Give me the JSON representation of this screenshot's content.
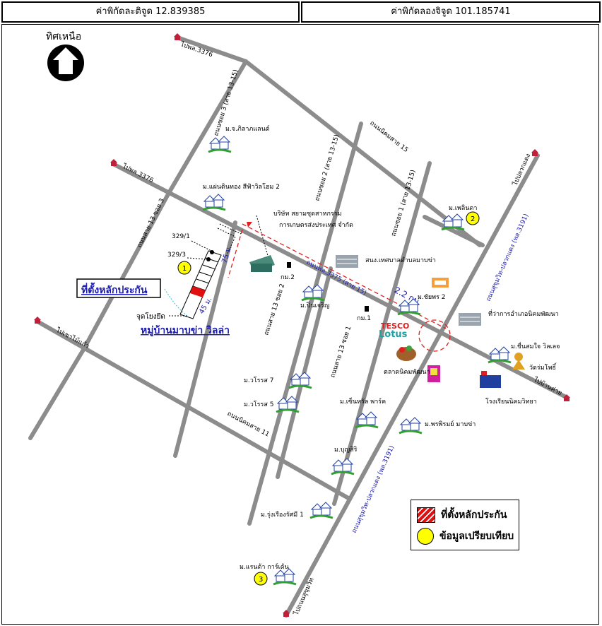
{
  "header": {
    "lat_label": "ค่าพิกัดละติจูด 12.839385",
    "lon_label": "ค่าพิกัดลองจิจูด 101.185741"
  },
  "map": {
    "north_label": "ทิศเหนือ",
    "roads": {
      "pl3376_top": "ไปพล.3376",
      "pl3376_left": "ไปพล.3376",
      "sukhumvit_soi3": "ถนนซอย 3 (สาย 13-15)",
      "nikhom_sai15": "ถนนนิคมสาย 15",
      "soi2": "ถนนซอย 2 (สาย 13-15)",
      "soi1": "ถนนซอย 1 (สาย 13-15)",
      "sai13_soi3": "ถนนสาย 13 ซอย 3",
      "sai13_soi2": "ถนนสาย 13 ซอย 2",
      "sai13_soi1": "ถนนสาย 13 ซอย 1",
      "pl3375": "ถนนพล.3375 (สาย 15)",
      "nikhom_sai11": "ถนนนิคมสาย 11",
      "sukhumvit_upper": "ถนนสุขุมวิท-ปลวกแดง (พล.3191)",
      "sukhumvit_lower": "ถนนสุขุมวิท-ปลวกแดง (พล.3191)",
      "to_plaeng": "ไปปลวกแดง",
      "to_baankhai": "ไปบ้านค่าย",
      "to_khaomaikaeo": "ไปเขาไม้แก้ว",
      "to_sukhumvit": "ไปถนนสุขุมวิท"
    },
    "places": {
      "m_jpl_land": "ม.จ.ภิลาภแลนด์",
      "m_saensin": "ม.แผ่นดินทอง สีฟ้าวิลโฮม 2",
      "company": "บริษัท สยามชุดสาหกรรม การเกษตรส่งประเทศ จำกัด",
      "osotho": "สนง.เทศบาลตำบลมาบข่า",
      "m_pinnan": "ม.เพลินดา",
      "m_pinjaroen": "ม.ปิ่นเจริญ",
      "m_chaiporn": "ม.ชัยพร 2",
      "office_nikhom": "ที่ว่าการอำเภอนิคมพัฒนา",
      "km1": "กม.1",
      "km2": "กม.2",
      "tesco1": "TESCO",
      "tesco2": "Lotus",
      "market": "ตลาดนิคมพัฒนา",
      "m_chuensomjai": "ม.ชื่นสมใจ วิลเลจ",
      "wat": "วัดร่มโพธิ์",
      "school": "โรงเรียนนิคมวิทยา",
      "m_varot7": "ม.วโรรส 7",
      "m_varot5": "ม.วโรรส 5",
      "m_central": "ม.เซ็นทรัล พาร์ค",
      "m_pornphirom": "ม.พรพิรมย์ มาบข่า",
      "m_boonsiri": "ม.บุญสิริ",
      "m_rungrueang": "ม.รุ่งเรืองรัศมี 1",
      "m_araya": "ม.แรนด้า การ์เด้น",
      "plot1": "329/1",
      "plot2": "329/3",
      "subject_title": "ที่ตั้งหลักประกัน",
      "landmark": "จุดโยงยึด",
      "village": "หมู่บ้านมาบข่า วิลล่า",
      "dist_75": "75 ม.",
      "dist_45": "45 ม.",
      "dist_22": "2.2 กม."
    },
    "markers": {
      "m1": "1",
      "m2": "2",
      "m3": "3"
    },
    "legend": {
      "subject": "ที่ตั้งหลักประกัน",
      "compare": "ข้อมูลเปรียบเทียบ"
    },
    "colors": {
      "road": "#8c8c8c",
      "subject_red": "#e01010",
      "dashed_red": "#e02020",
      "link_blue": "#1a1ab0",
      "marker_yellow": "#ffff00"
    }
  }
}
